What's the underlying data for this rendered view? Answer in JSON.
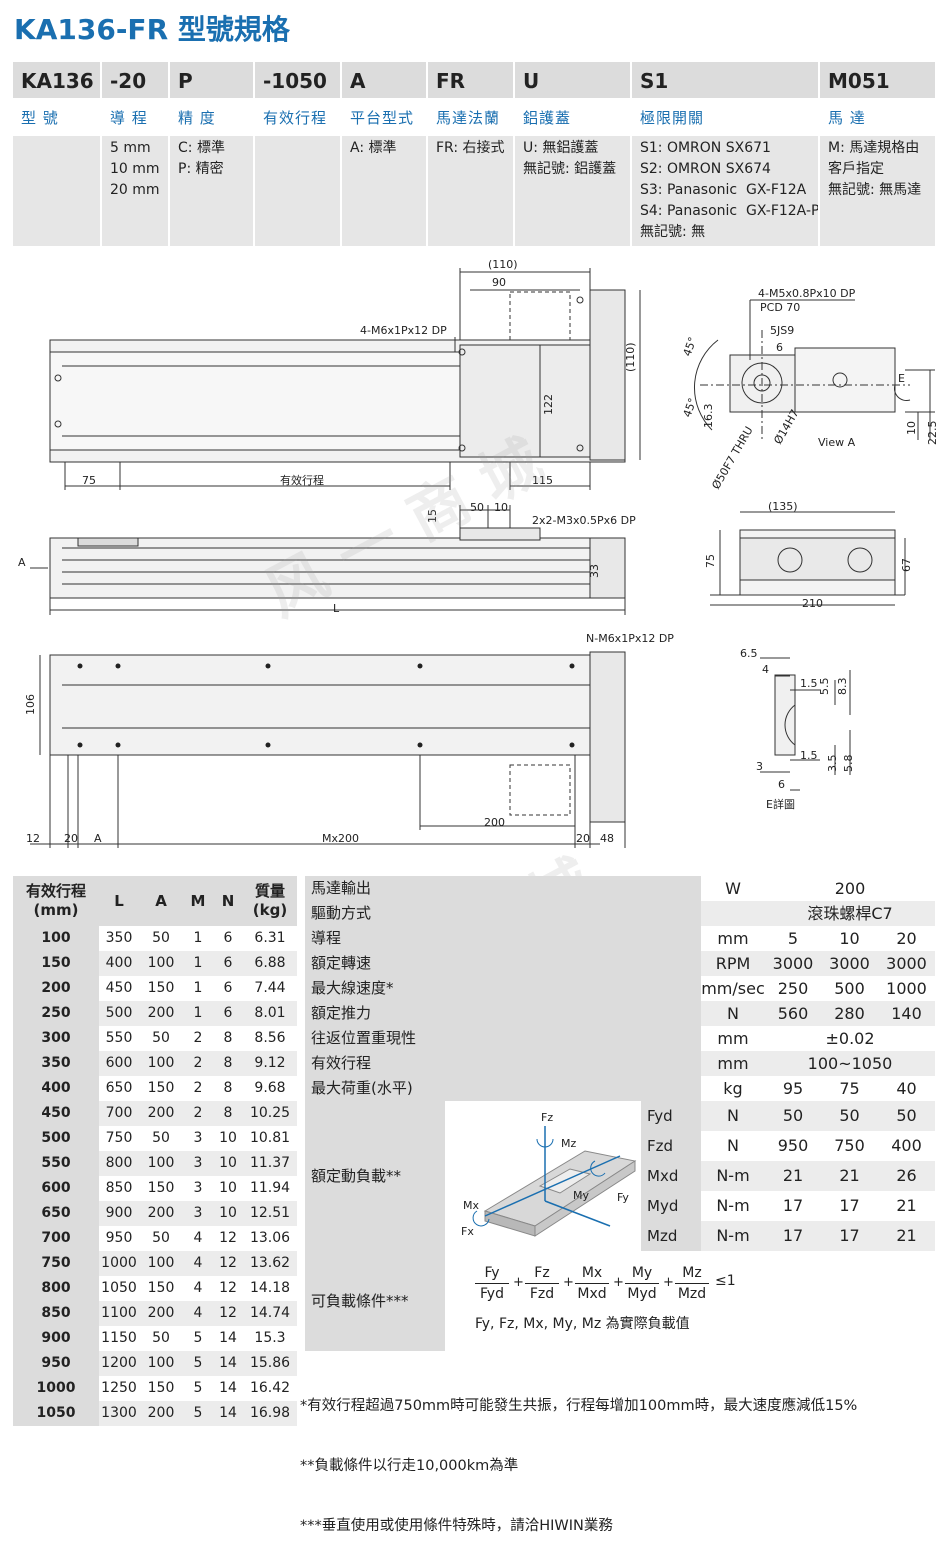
{
  "title": "KA136-FR 型號規格",
  "model_code": {
    "columns": [
      {
        "code": "KA136",
        "label": "型 號",
        "options": ""
      },
      {
        "code": "-20",
        "label": "導 程",
        "options": "5 mm\n10 mm\n20 mm"
      },
      {
        "code": "P",
        "label": "精 度",
        "options": "C: 標準\nP: 精密"
      },
      {
        "code": "-1050",
        "label": "有效行程",
        "options": ""
      },
      {
        "code": "A",
        "label": "平台型式",
        "options": "A: 標準"
      },
      {
        "code": "FR",
        "label": "馬達法蘭",
        "options": "FR: 右接式"
      },
      {
        "code": "U",
        "label": "鋁護蓋",
        "options": "U: 無鋁護蓋\n無記號: 鋁護蓋"
      },
      {
        "code": "S1",
        "label": "極限開關",
        "options": "S1: OMRON SX671\nS2: OMRON SX674\nS3: Panasonic  GX-F12A\nS4: Panasonic  GX-F12A-P\n無記號: 無"
      },
      {
        "code": "M051",
        "label": "馬 達",
        "options": "M: 馬達規格由\n客戶指定\n無記號: 無馬達"
      }
    ]
  },
  "drawing": {
    "labels": {
      "d110": "(110)",
      "d90": "90",
      "holes_top": "4-M6x1Px12 DP",
      "d110v": "(110)",
      "d122": "122",
      "d75": "75",
      "stroke": "有效行程",
      "d115": "115",
      "flange_holes": "4-M5x0.8Px10 DP",
      "pcd": "PCD 70",
      "js": "5JS9",
      "d6": "6",
      "a45a": "45°",
      "a45b": "45°",
      "d16_3": "16.3",
      "phi50": "Ø50F7 THRU",
      "phi14": "Ø14H7",
      "viewA": "View A",
      "dE": "E",
      "d10": "10",
      "d22_5": "22.5",
      "d15": "15",
      "d50": "50",
      "d10b": "10",
      "m3": "2x2-M3x0.5Px6 DP",
      "A": "A",
      "d33": "33",
      "L": "L",
      "d135": "(135)",
      "d75b": "75",
      "d67": "67",
      "d210": "210",
      "nm6": "N-M6x1Px12 DP",
      "d106": "106",
      "d12": "12",
      "d20": "20",
      "A2": "A",
      "mx200": "Mx200",
      "d200": "200",
      "d20b": "20",
      "d48": "48",
      "e6_5": "6.5",
      "e4": "4",
      "e1_5": "1.5",
      "e5_5": "5.5",
      "e8_3": "8.3",
      "e3": "3",
      "e1_5b": "1.5",
      "e3_5": "3.5",
      "e5_8": "5.8",
      "e6": "6",
      "eTitle": "E詳圖",
      "Fz": "Fz",
      "Mz": "Mz",
      "Mx": "Mx",
      "My": "My",
      "Fy": "Fy",
      "Fx": "Fx"
    }
  },
  "size_table": {
    "headers": [
      "有效行程\n(mm)",
      "L",
      "A",
      "M",
      "N",
      "質量\n(kg)"
    ],
    "rows": [
      [
        "100",
        "350",
        "50",
        "1",
        "6",
        "6.31"
      ],
      [
        "150",
        "400",
        "100",
        "1",
        "6",
        "6.88"
      ],
      [
        "200",
        "450",
        "150",
        "1",
        "6",
        "7.44"
      ],
      [
        "250",
        "500",
        "200",
        "1",
        "6",
        "8.01"
      ],
      [
        "300",
        "550",
        "50",
        "2",
        "8",
        "8.56"
      ],
      [
        "350",
        "600",
        "100",
        "2",
        "8",
        "9.12"
      ],
      [
        "400",
        "650",
        "150",
        "2",
        "8",
        "9.68"
      ],
      [
        "450",
        "700",
        "200",
        "2",
        "8",
        "10.25"
      ],
      [
        "500",
        "750",
        "50",
        "3",
        "10",
        "10.81"
      ],
      [
        "550",
        "800",
        "100",
        "3",
        "10",
        "11.37"
      ],
      [
        "600",
        "850",
        "150",
        "3",
        "10",
        "11.94"
      ],
      [
        "650",
        "900",
        "200",
        "3",
        "10",
        "12.51"
      ],
      [
        "700",
        "950",
        "50",
        "4",
        "12",
        "13.06"
      ],
      [
        "750",
        "1000",
        "100",
        "4",
        "12",
        "13.62"
      ],
      [
        "800",
        "1050",
        "150",
        "4",
        "12",
        "14.18"
      ],
      [
        "850",
        "1100",
        "200",
        "4",
        "12",
        "14.74"
      ],
      [
        "900",
        "1150",
        "50",
        "5",
        "14",
        "15.3"
      ],
      [
        "950",
        "1200",
        "100",
        "5",
        "14",
        "15.86"
      ],
      [
        "1000",
        "1250",
        "150",
        "5",
        "14",
        "16.42"
      ],
      [
        "1050",
        "1300",
        "200",
        "5",
        "14",
        "16.98"
      ]
    ]
  },
  "spec_table": {
    "motor_output": {
      "name": "馬達輸出",
      "unit": "W",
      "value": "200"
    },
    "drive": {
      "name": "驅動方式",
      "value": "滾珠螺桿C7"
    },
    "rows": [
      {
        "name": "導程",
        "unit": "mm",
        "values": [
          "5",
          "10",
          "20"
        ]
      },
      {
        "name": "額定轉速",
        "unit": "RPM",
        "values": [
          "3000",
          "3000",
          "3000"
        ]
      },
      {
        "name": "最大線速度*",
        "unit": "mm/sec",
        "values": [
          "250",
          "500",
          "1000"
        ]
      },
      {
        "name": "額定推力",
        "unit": "N",
        "values": [
          "560",
          "280",
          "140"
        ]
      },
      {
        "name": "往返位置重現性",
        "unit": "mm",
        "span": "±0.02"
      },
      {
        "name": "有效行程",
        "unit": "mm",
        "span": "100~1050"
      },
      {
        "name": "最大荷重(水平)",
        "unit": "kg",
        "values": [
          "95",
          "75",
          "40"
        ]
      }
    ],
    "load_name": "額定動負載**",
    "load_rows": [
      {
        "name": "Fyd",
        "unit": "N",
        "values": [
          "50",
          "50",
          "50"
        ]
      },
      {
        "name": "Fzd",
        "unit": "N",
        "values": [
          "950",
          "750",
          "400"
        ]
      },
      {
        "name": "Mxd",
        "unit": "N-m",
        "values": [
          "21",
          "21",
          "26"
        ]
      },
      {
        "name": "Myd",
        "unit": "N-m",
        "values": [
          "17",
          "17",
          "21"
        ]
      },
      {
        "name": "Mzd",
        "unit": "N-m",
        "values": [
          "17",
          "17",
          "21"
        ]
      }
    ],
    "condition_name": "可負載條件***",
    "formula": {
      "nums": [
        "Fy",
        "Fz",
        "Mx",
        "My",
        "Mz"
      ],
      "dens": [
        "Fyd",
        "Fzd",
        "Mxd",
        "Myd",
        "Mzd"
      ],
      "plus": "+",
      "rhs": "≤1",
      "note": "Fy, Fz, Mx, My, Mz 為實際負載值"
    }
  },
  "notes": [
    "*有效行程超過750mm時可能發生共振，行程每增加100mm時，最大速度應減低15%",
    "**負載條件以行走10,000km為準",
    "***垂直使用或使用條件特殊時，請洽HIWIN業務"
  ]
}
